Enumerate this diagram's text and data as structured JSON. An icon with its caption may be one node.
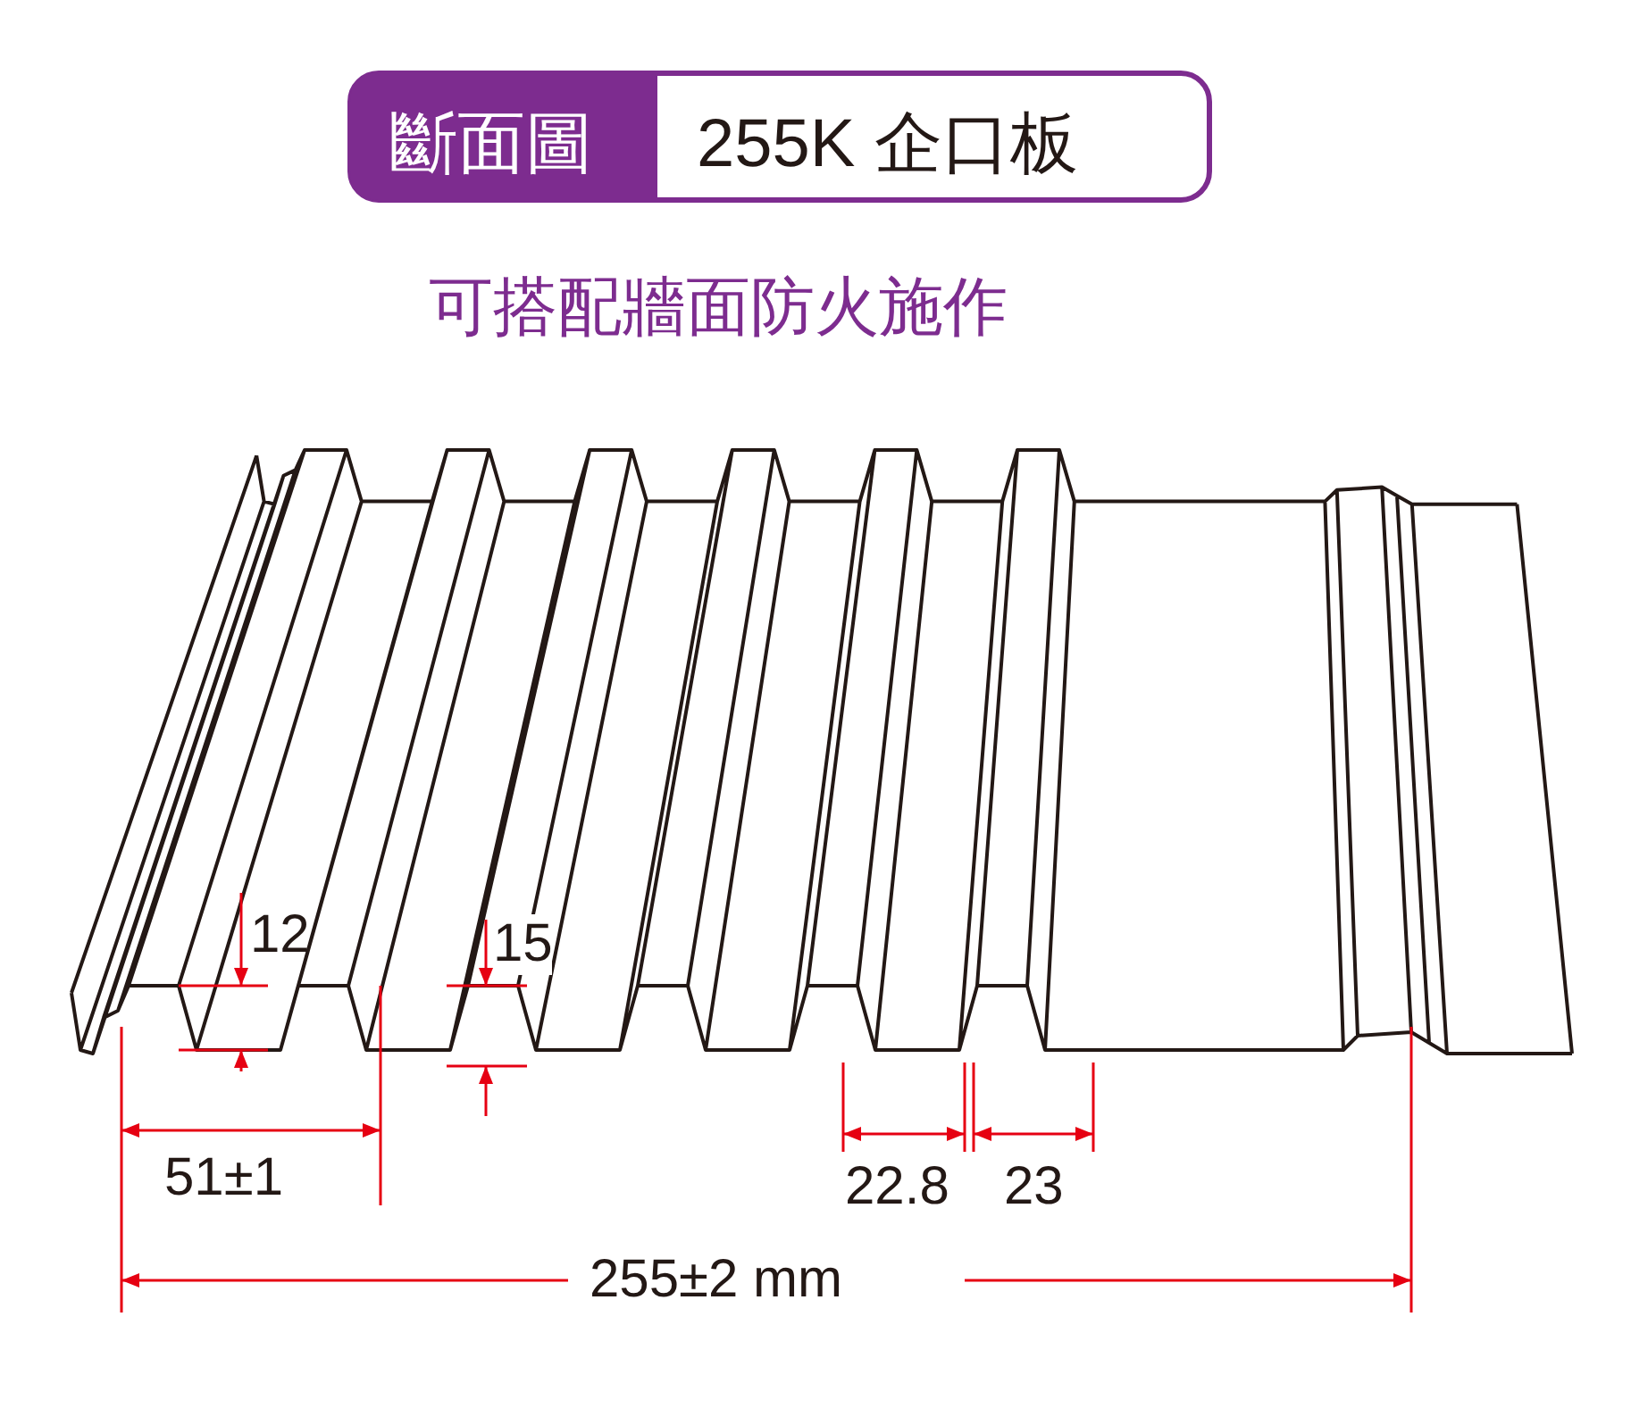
{
  "diagram": {
    "labels": [
      "斷面圖",
      "255K 企口板",
      "可搭配牆面防火施作",
      "12",
      "15",
      "51±1",
      "22.8",
      "23",
      "255±2 mm"
    ]
  }
}
